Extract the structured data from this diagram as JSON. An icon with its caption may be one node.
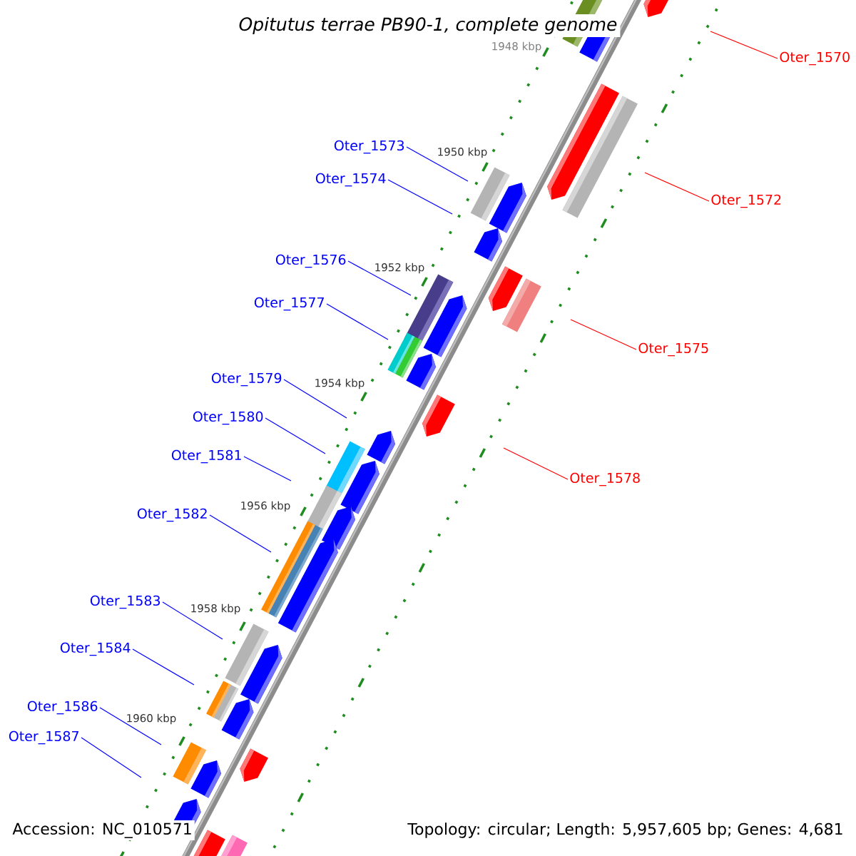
{
  "diagram": {
    "title": "Opitutus terrae PB90-1, complete genome",
    "nodes": [
      {
        "text": [
          "Oter_1570"
        ]
      },
      {
        "text": [
          "Oter_1573"
        ]
      },
      {
        "text": [
          "Oter_1574"
        ]
      },
      {
        "text": [
          "Oter_1572"
        ]
      },
      {
        "text": [
          "Oter_1576"
        ]
      },
      {
        "text": [
          "Oter_1577"
        ]
      },
      {
        "text": [
          "Oter_1575"
        ]
      },
      {
        "text": [
          "Oter_1579"
        ]
      },
      {
        "text": [
          "Oter_1580"
        ]
      },
      {
        "text": [
          "Oter_1581"
        ]
      },
      {
        "text": [
          "Oter_1578"
        ]
      },
      {
        "text": [
          "Oter_1582"
        ]
      },
      {
        "text": [
          "Oter_1583"
        ]
      },
      {
        "text": [
          "Oter_1584"
        ]
      },
      {
        "text": [
          "Oter_1586"
        ]
      },
      {
        "text": [
          "Oter_1587"
        ]
      }
    ],
    "edges": [
      {
        "from": 0,
        "to": null,
        "arrow": "none",
        "color": "#ff0000"
      },
      {
        "from": 1,
        "to": null,
        "arrow": "none"
      },
      {
        "from": 2,
        "to": null,
        "arrow": "none"
      },
      {
        "from": 3,
        "to": null,
        "arrow": "none",
        "color": "#ff0000"
      },
      {
        "from": 4,
        "to": null,
        "arrow": "none"
      },
      {
        "from": 5,
        "to": null,
        "arrow": "none"
      },
      {
        "from": 6,
        "to": null,
        "arrow": "none",
        "color": "#ff0000"
      },
      {
        "from": 7,
        "to": null,
        "arrow": "none"
      },
      {
        "from": 8,
        "to": null,
        "arrow": "none"
      },
      {
        "from": 9,
        "to": null,
        "arrow": "none"
      },
      {
        "from": 10,
        "to": null,
        "arrow": "none",
        "color": "#ff0000"
      },
      {
        "from": 11,
        "to": null,
        "arrow": "none"
      },
      {
        "from": 12,
        "to": null,
        "arrow": "none"
      },
      {
        "from": 13,
        "to": null,
        "arrow": "none"
      },
      {
        "from": 14,
        "to": null,
        "arrow": "none"
      },
      {
        "from": 15,
        "to": null,
        "arrow": "none"
      }
    ],
    "labels": [
      "1948 kbp",
      "1950 kbp",
      "1952 kbp",
      "1954 kbp",
      "1956 kbp",
      "1958 kbp",
      "1960 kbp",
      "Accession: NC_010571",
      "Topology: circular; Length: 5,957,605 bp; Genes: 4,681"
    ]
  }
}
